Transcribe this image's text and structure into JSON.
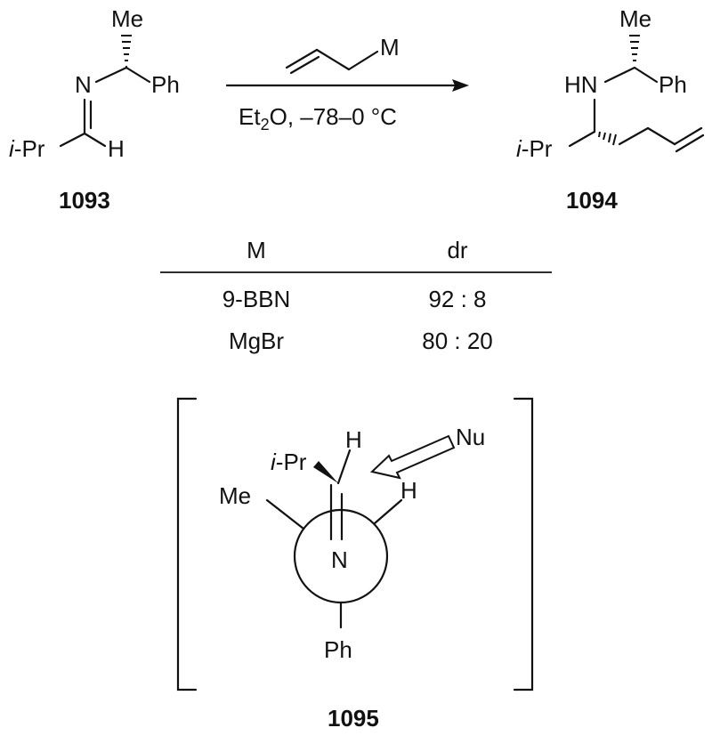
{
  "scheme": {
    "reactant": {
      "number": "1093",
      "labels": {
        "me": "Me",
        "n": "N",
        "ph": "Ph",
        "ipr_i": "i",
        "ipr_rest": "-Pr",
        "h": "H"
      }
    },
    "reagent": {
      "m": "M"
    },
    "conditions": {
      "et": "Et",
      "sub2": "2",
      "rest": "O, –78–0 °C"
    },
    "product": {
      "number": "1094",
      "labels": {
        "me": "Me",
        "hn": "HN",
        "ph": "Ph",
        "ipr_i": "i",
        "ipr_rest": "-Pr"
      }
    }
  },
  "table": {
    "headers": [
      "M",
      "dr"
    ],
    "rows": [
      {
        "m": "9-BBN",
        "dr": "92 : 8"
      },
      {
        "m": "MgBr",
        "dr": "80 : 20"
      }
    ]
  },
  "newman": {
    "number": "1095",
    "labels": {
      "ipr_i": "i",
      "ipr_rest": "-Pr",
      "h_top": "H",
      "nu": "Nu",
      "h_right": "H",
      "me": "Me",
      "n": "N",
      "ph": "Ph"
    }
  }
}
